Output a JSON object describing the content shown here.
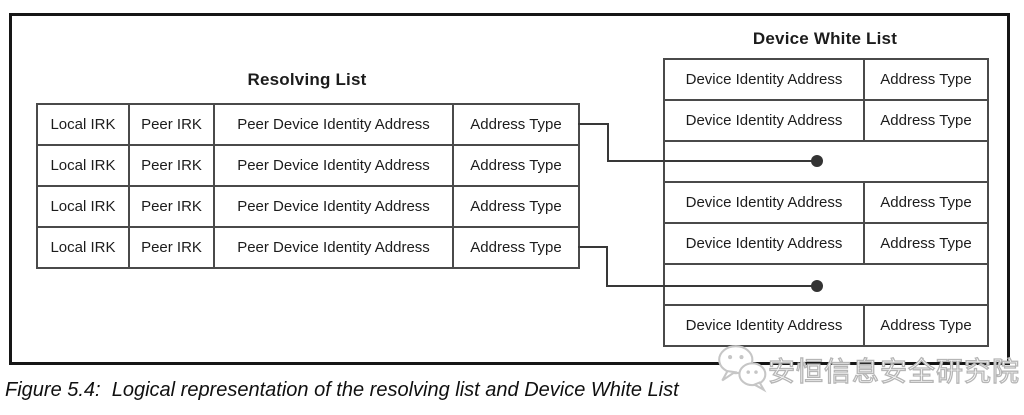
{
  "figure": {
    "resolving_list": {
      "title": "Resolving List",
      "rows": [
        [
          "Local IRK",
          "Peer IRK",
          "Peer Device Identity Address",
          "Address Type"
        ],
        [
          "Local IRK",
          "Peer IRK",
          "Peer Device Identity Address",
          "Address Type"
        ],
        [
          "Local IRK",
          "Peer IRK",
          "Peer Device Identity Address",
          "Address Type"
        ],
        [
          "Local IRK",
          "Peer IRK",
          "Peer Device Identity Address",
          "Address Type"
        ]
      ]
    },
    "device_white_list": {
      "title": "Device White List",
      "rows": [
        [
          "Device Identity Address",
          "Address Type"
        ],
        [
          "Device Identity Address",
          "Address Type"
        ],
        [],
        [
          "Device Identity Address",
          "Address Type"
        ],
        [
          "Device Identity Address",
          "Address Type"
        ],
        [],
        [
          "Device Identity Address",
          "Address Type"
        ]
      ]
    },
    "caption": "Figure 5.4:  Logical representation of the resolving list and Device White List",
    "watermark": {
      "icon": "wechat-icon",
      "text": "安恒信息安全研究院"
    },
    "colors": {
      "outer_border": "#161616",
      "table_border": "#4a4a4a",
      "connector": "#383838",
      "text": "#1c1c1c",
      "watermark_outline": "#b5b5b5"
    }
  }
}
